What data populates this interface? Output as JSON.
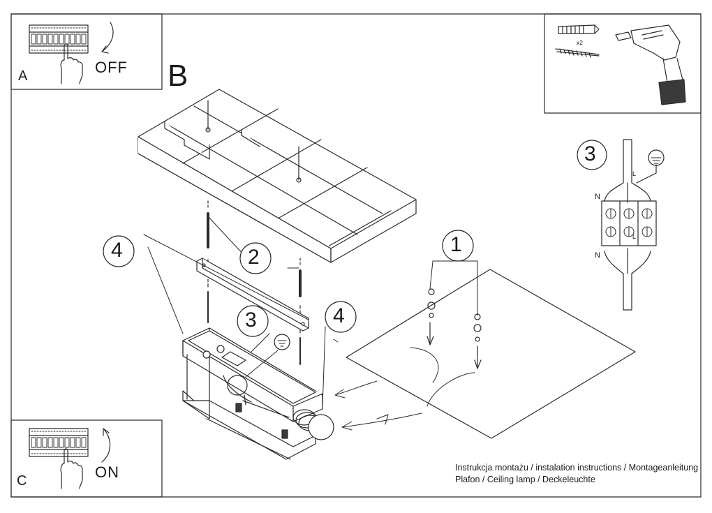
{
  "panels": {
    "a": {
      "letter": "A",
      "state": "OFF"
    },
    "c": {
      "letter": "C",
      "state": "ON"
    },
    "b": {
      "letter": "B"
    }
  },
  "callouts": {
    "one": "1",
    "two": "2",
    "three": "3",
    "four": "4"
  },
  "tools": {
    "anchor_quantity": "x2"
  },
  "wiring": {
    "neutral_top": "N",
    "neutral_bottom": "N",
    "live_top": "L",
    "live_bottom": "L"
  },
  "caption": {
    "line1": "Instrukcja montażu / instalation instructions / Montageanleitung",
    "line2": "Plafon / Ceiling lamp / Deckeleuchte"
  },
  "colors": {
    "line": "#2a2a2a",
    "background": "#ffffff"
  }
}
